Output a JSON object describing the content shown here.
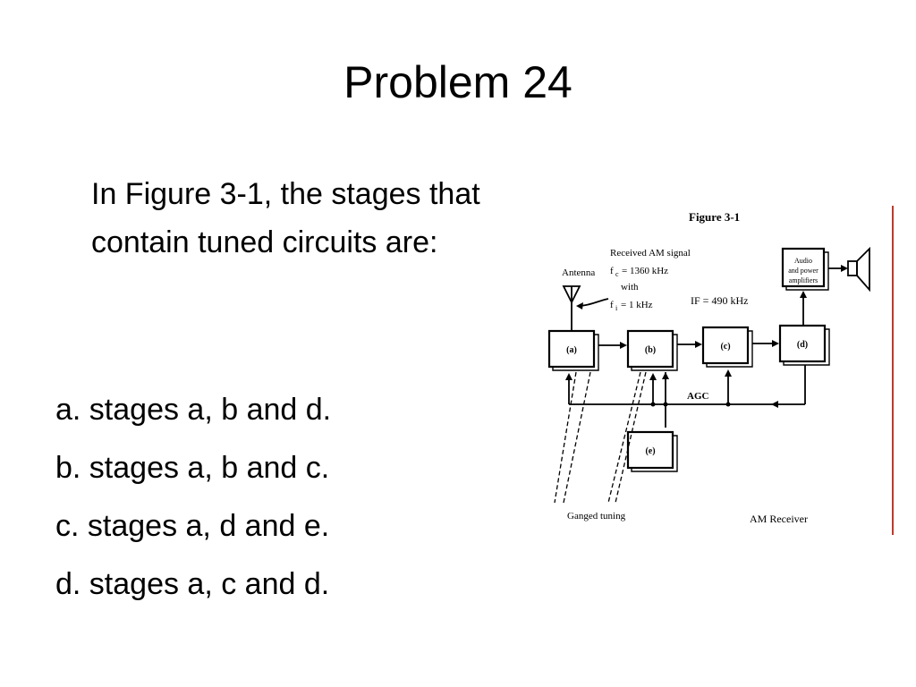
{
  "slide": {
    "title": "Problem 24",
    "question": "In Figure 3-1, the stages that contain tuned circuits are:",
    "options": [
      "a. stages a, b and d.",
      "b. stages a, b and c.",
      "c. stages a, d and e.",
      "d. stages a, c and d."
    ]
  },
  "figure": {
    "title": "Figure 3-1",
    "antenna_label": "Antenna",
    "signal_lines": [
      "Received AM signal",
      "f",
      "= 1360 kHz",
      "with",
      "f",
      "= 1 kHz"
    ],
    "signal_subscripts": [
      "c",
      "i"
    ],
    "if_label": "IF = 490 kHz",
    "stages": [
      "(a)",
      "(b)",
      "(c)",
      "(d)",
      "(e)"
    ],
    "audio_label_lines": [
      "Audio",
      "and power",
      "amplifiers"
    ],
    "agc_label": "AGC",
    "ganged_label": "Ganged tuning",
    "receiver_label": "AM Receiver"
  }
}
